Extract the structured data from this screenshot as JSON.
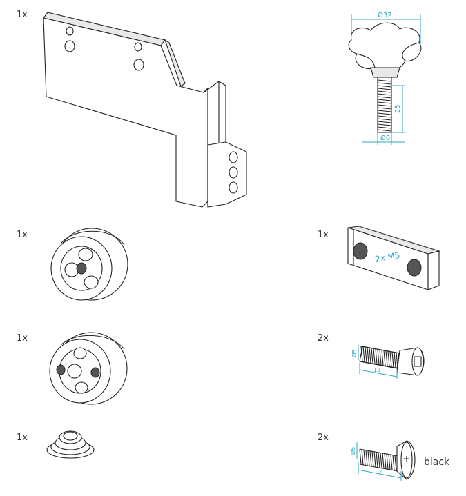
{
  "items": [
    {
      "qty": "1x",
      "icon": "bracket-plate"
    },
    {
      "qty": "1x",
      "icon": "star-knob-screw",
      "dims": {
        "diameter": "Ø32",
        "length": "25",
        "thread": "Ø6"
      }
    },
    {
      "qty": "1x",
      "icon": "rosette-disc-a"
    },
    {
      "qty": "1x",
      "icon": "slot-nut",
      "label": "2x M5"
    },
    {
      "qty": "1x",
      "icon": "rosette-disc-b"
    },
    {
      "qty": "2x",
      "icon": "socket-cap-screw",
      "dims": {
        "diameter": "Ø5",
        "length": "12"
      }
    },
    {
      "qty": "1x",
      "icon": "spring-washer"
    },
    {
      "qty": "2x",
      "icon": "countersunk-screw",
      "dims": {
        "diameter": "Ø5",
        "length": "14"
      },
      "note": "black"
    }
  ],
  "colors": {
    "dimension": "#2fa7c7",
    "line": "#222222"
  }
}
